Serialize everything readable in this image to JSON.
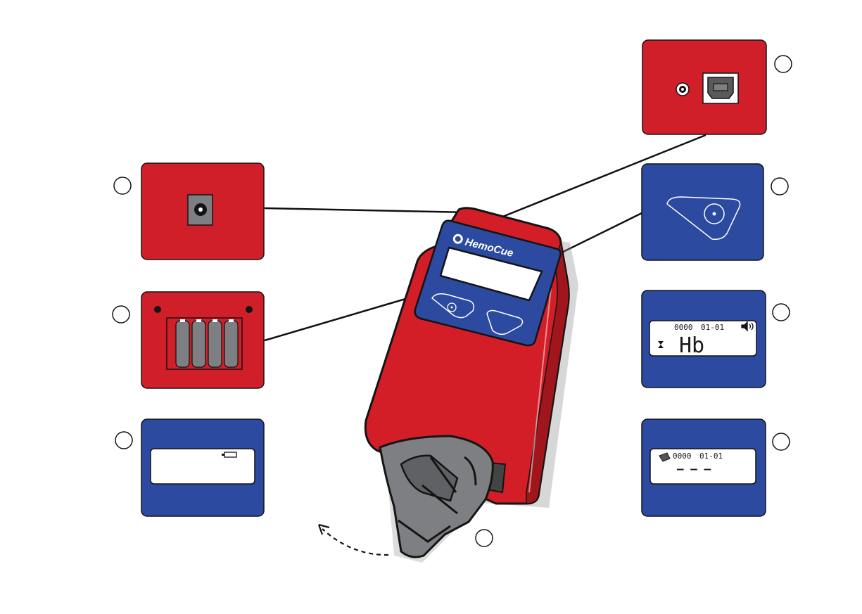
{
  "device": {
    "brand": "HemoCue",
    "trademark": "®"
  },
  "panels": {
    "results_display": {
      "counter": "0000",
      "date": "01-01",
      "reading": "Hb"
    },
    "idle_display": {
      "counter": "0000",
      "date": "01-01",
      "reading": "– – –"
    }
  },
  "colors": {
    "device_red": "#d31e27",
    "panel_blue": "#2b4aa0",
    "panel_red": "#d11f2a",
    "cuvette_gray": "#7d7f82",
    "outline": "#141414"
  },
  "icons": {
    "power_jack": "dc-power-jack-icon",
    "usb_port": "usb-port-icon",
    "batteries": "battery-pack-icon",
    "low_battery": "low-battery-icon",
    "button": "on-off-button-icon",
    "hourglass": "hourglass-icon",
    "sound": "speaker-sound-icon",
    "cuvette": "cuvette-icon",
    "rotate_arrow": "rotate-arrow-icon"
  }
}
